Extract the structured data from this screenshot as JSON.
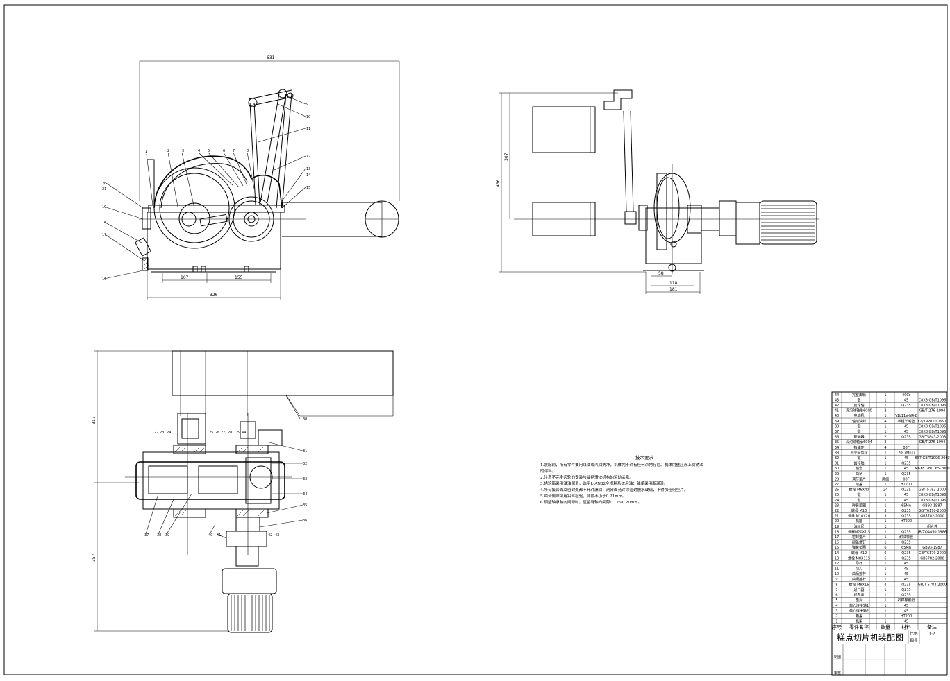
{
  "technical_notes": {
    "title": "技术要求",
    "items": [
      "1.装配前，所有零件要用煤油或汽油洗净，机体内不许有任何杂物存在。机体内壁应涂上防锈油",
      "的涂料。",
      "2.注意不完全齿轮的安装与曲柄滑块机构的运动关系。",
      "3.齿轮箱采用浸油润滑，选用L-AN32全损耗系统用油；轴承采用脂润滑。",
      "4.所有接合面及密封处都不允许漏油，剖分面允许涂密封胶水玻璃，不得加任何垫片。",
      "5.啮合侧隙可用铅丝检验，侧隙不小于0.21mm。",
      "6.调整轴承轴向间隙时，应留有轴向间隙0.12~0.20mm。"
    ]
  },
  "front_view": {
    "dims": {
      "overall_width": "631",
      "base_width": "326",
      "span_a": "107",
      "span_b": "155"
    },
    "balloons": [
      "1",
      "2",
      "3",
      "4",
      "5",
      "6",
      "7",
      "8",
      "9",
      "10",
      "11",
      "12",
      "13",
      "14",
      "15",
      "16",
      "17",
      "18",
      "19",
      "20",
      "21"
    ]
  },
  "side_view": {
    "dims": {
      "height": "436",
      "inner_height": "307",
      "d1": "58",
      "d2": "118",
      "d3": "181"
    }
  },
  "top_view": {
    "dims": {
      "upper": "317",
      "lower": "357"
    },
    "balloons": [
      "22",
      "23",
      "24",
      "25",
      "26",
      "27",
      "28",
      "29",
      "30",
      "31",
      "32",
      "33",
      "34",
      "35",
      "36",
      "37",
      "38",
      "39",
      "40",
      "41",
      "42",
      "43",
      "44"
    ]
  },
  "bom": {
    "header": {
      "no": "序号",
      "name": "零件名称",
      "qty": "数量",
      "material": "材料",
      "remark": "备注"
    },
    "rows": [
      {
        "no": "44",
        "name": "完整皮轮",
        "qty": "1",
        "material": "40Cr",
        "remark": ""
      },
      {
        "no": "43",
        "name": "键",
        "qty": "1",
        "material": "45",
        "remark": "C8X8 GB/T1096"
      },
      {
        "no": "42",
        "name": "皮轮轴",
        "qty": "1",
        "material": "Q235",
        "remark": "C8X8 GB/T1096"
      },
      {
        "no": "41",
        "name": "深沟球轴承6000",
        "qty": "2",
        "material": "",
        "remark": "GB/T 276-1994"
      },
      {
        "no": "40",
        "name": "电动机",
        "qty": "1",
        "material": "Y1L11V-N4-B",
        "remark": ""
      },
      {
        "no": "39",
        "name": "轴端油封",
        "qty": "4",
        "material": "半粗羊毛毡",
        "remark": "FZ/T92010-1991"
      },
      {
        "no": "38",
        "name": "键",
        "qty": "1",
        "material": "45",
        "remark": "C8X8 GB/T1096"
      },
      {
        "no": "37",
        "name": "键",
        "qty": "1",
        "material": "45",
        "remark": "C8X8 GB/T1096"
      },
      {
        "no": "36",
        "name": "联轴器",
        "qty": "2",
        "material": "Q235",
        "remark": "GB/T5843-2003"
      },
      {
        "no": "35",
        "name": "深沟球轴承6004",
        "qty": "2",
        "material": "",
        "remark": "GB/T 276-1994"
      },
      {
        "no": "34",
        "name": "挡油环",
        "qty": "4",
        "material": "08F",
        "remark": ""
      },
      {
        "no": "33",
        "name": "不完全齿轮",
        "qty": "1",
        "material": "20CrMnTi",
        "remark": ""
      },
      {
        "no": "32",
        "name": "键",
        "qty": "1",
        "material": "45",
        "remark": "8X7 GB/T1096-2003"
      },
      {
        "no": "31",
        "name": "齿轮轴",
        "qty": "1",
        "material": "Q235",
        "remark": ""
      },
      {
        "no": "30",
        "name": "轴套",
        "qty": "1",
        "material": "45",
        "remark": "M6X8 GB/T 65-2000"
      },
      {
        "no": "29",
        "name": "曲柄",
        "qty": "1",
        "material": "Q235",
        "remark": ""
      },
      {
        "no": "28",
        "name": "调节垫片",
        "qty": "两组",
        "material": "08F",
        "remark": ""
      },
      {
        "no": "27",
        "name": "端盖",
        "qty": "1",
        "material": "HT200",
        "remark": ""
      },
      {
        "no": "26",
        "name": "螺栓 M6X40",
        "qty": "24",
        "material": "Q235",
        "remark": "GB/T5783-2000"
      },
      {
        "no": "25",
        "name": "键",
        "qty": "1",
        "material": "45",
        "remark": "C8X8 GB/T1096"
      },
      {
        "no": "24",
        "name": "键",
        "qty": "1",
        "material": "45",
        "remark": "C8X8 GB/T1096"
      },
      {
        "no": "23",
        "name": "弹簧垫圈",
        "qty": "1",
        "material": "65Mn",
        "remark": "GB93-1987"
      },
      {
        "no": "22",
        "name": "螺母 M10",
        "qty": "3",
        "material": "Q235",
        "remark": "GB/T6170-2000"
      },
      {
        "no": "21",
        "name": "螺栓 M10X20",
        "qty": "3",
        "material": "Q235",
        "remark": "GB5782-2000"
      },
      {
        "no": "20",
        "name": "机座",
        "qty": "1",
        "material": "HT200",
        "remark": ""
      },
      {
        "no": "19",
        "name": "油标尺",
        "qty": "1",
        "material": "",
        "remark": "组合件"
      },
      {
        "no": "18",
        "name": "螺塞M20X1.5",
        "qty": "1",
        "material": "Q235",
        "remark": "JB/ZQ4450-1986"
      },
      {
        "no": "17",
        "name": "密封垫片",
        "qty": "1",
        "material": "耐油橡胶",
        "remark": ""
      },
      {
        "no": "16",
        "name": "起盖螺钉",
        "qty": "1",
        "material": "Q235",
        "remark": ""
      },
      {
        "no": "15",
        "name": "弹簧垫圈",
        "qty": "6",
        "material": "65Mn",
        "remark": "GB93-1987"
      },
      {
        "no": "14",
        "name": "螺母 M12",
        "qty": "6",
        "material": "Q235",
        "remark": "GB/T6170-2000"
      },
      {
        "no": "13",
        "name": "螺栓 M8X115",
        "qty": "6",
        "material": "Q235",
        "remark": "GB5782-2000"
      },
      {
        "no": "12",
        "name": "导杆",
        "qty": "1",
        "material": "45",
        "remark": ""
      },
      {
        "no": "11",
        "name": "切刀",
        "qty": "1",
        "material": "45",
        "remark": ""
      },
      {
        "no": "10",
        "name": "曲柄摇杆",
        "qty": "1",
        "material": "45",
        "remark": ""
      },
      {
        "no": "9",
        "name": "曲柄摇杆",
        "qty": "1",
        "material": "45",
        "remark": ""
      },
      {
        "no": "8",
        "name": "螺栓 M8X16",
        "qty": "4",
        "material": "Q235",
        "remark": "GB/T 5783-2000"
      },
      {
        "no": "7",
        "name": "通气器",
        "qty": "1",
        "material": "Q235",
        "remark": ""
      },
      {
        "no": "6",
        "name": "视孔盖",
        "qty": "1",
        "material": "Q235",
        "remark": ""
      },
      {
        "no": "5",
        "name": "垫片",
        "qty": "1",
        "material": "石棉橡胶纸",
        "remark": ""
      },
      {
        "no": "4",
        "name": "偏心连接轴1",
        "qty": "1",
        "material": "45",
        "remark": ""
      },
      {
        "no": "3",
        "name": "偏心连接轴2",
        "qty": "1",
        "material": "45",
        "remark": ""
      },
      {
        "no": "2",
        "name": "箱盖",
        "qty": "1",
        "material": "HT200",
        "remark": ""
      },
      {
        "no": "1",
        "name": "机架",
        "qty": "1",
        "material": "45",
        "remark": ""
      }
    ],
    "title": "糕点切片机装配图",
    "scale_label": "比例",
    "scale": "1:2",
    "drawing_no_label": "图号",
    "drawn_label": "制图",
    "checked_label": "审核"
  }
}
